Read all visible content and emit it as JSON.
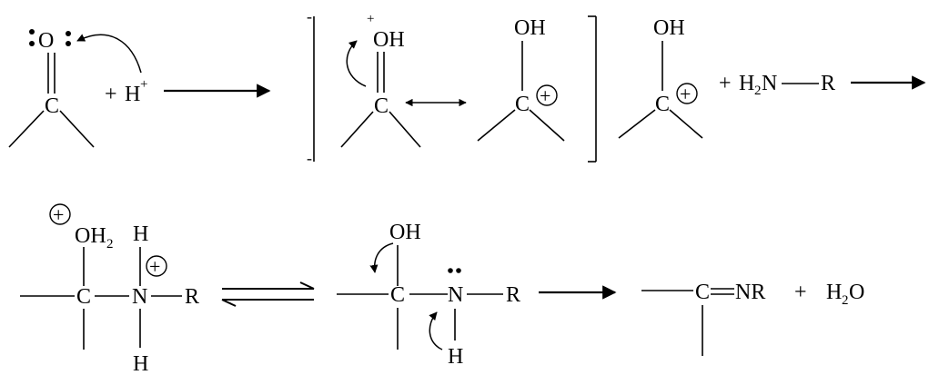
{
  "scheme": {
    "reactant_carbonyl": {
      "oxygen": "O",
      "carbon": "C"
    },
    "proton": {
      "plus": "+",
      "symbol": "H",
      "charge": "+"
    },
    "protonated_carbonyl": {
      "charge": "+",
      "oxygen": "OH",
      "carbon": "C"
    },
    "carbocation": {
      "oxygen": "OH",
      "carbon": "C",
      "charge": "+"
    },
    "carbocation_isolated": {
      "oxygen": "OH",
      "carbon": "C",
      "charge": "+"
    },
    "amine": {
      "plus": "+",
      "h": "H",
      "h_subscript": "2",
      "n": "N",
      "r": "R"
    },
    "intermediate_1": {
      "charge_o": "+",
      "oxygen": "OH",
      "oxygen_subscript": "2",
      "carbon": "C",
      "top_h": "H",
      "charge_n": "+",
      "nitrogen": "N",
      "r": "R",
      "bottom_h": "H"
    },
    "intermediate_2": {
      "oxygen": "OH",
      "carbon": "C",
      "nitrogen": "N",
      "r": "R",
      "bottom_h": "H"
    },
    "product": {
      "carbon": "C",
      "imine": "NR",
      "plus": "+",
      "water_h": "H",
      "water_subscript": "2",
      "water_o": "O"
    }
  }
}
